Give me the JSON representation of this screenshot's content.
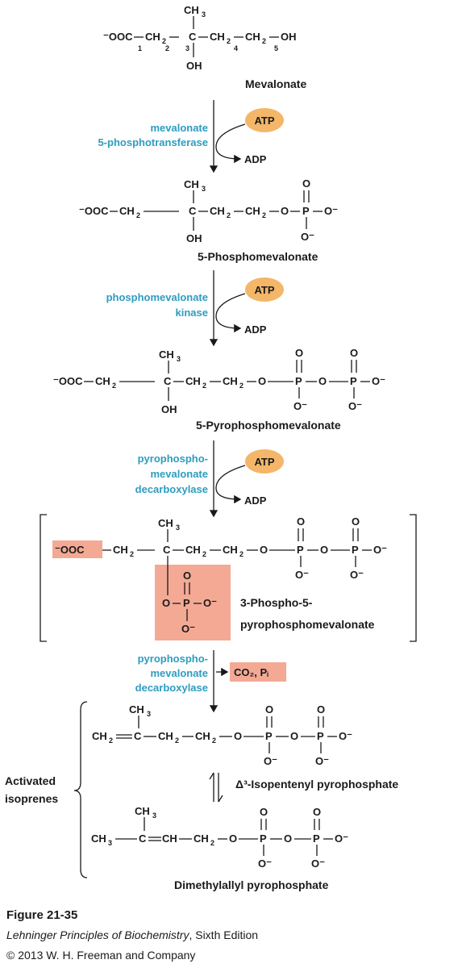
{
  "compounds": {
    "mevalonate": "Mevalonate",
    "phosphomevalonate": "5-Phosphomevalonate",
    "pyrophosphomevalonate": "5-Pyrophosphomevalonate",
    "phospho_pyrophospho_line1": "3-Phospho-5-",
    "phospho_pyrophospho_line2": "pyrophosphomevalonate",
    "isopentenyl": "Δ³-Isopentenyl pyrophosphate",
    "dimethylallyl": "Dimethylallyl pyrophosphate",
    "activated_line1": "Activated",
    "activated_line2": "isoprenes"
  },
  "enzymes": {
    "step1_line1": "mevalonate",
    "step1_line2": "5-phosphotransferase",
    "step2_line1": "phosphomevalonate",
    "step2_line2": "kinase",
    "step3_line1": "pyrophospho-",
    "step3_line2": "mevalonate",
    "step3_line3": "decarboxylase",
    "step4_line1": "pyrophospho-",
    "step4_line2": "mevalonate",
    "step4_line3": "decarboxylase"
  },
  "cofactors": {
    "atp": "ATP",
    "adp": "ADP",
    "co2_pi": "CO₂, Pᵢ"
  },
  "carbon_numbers": [
    "1",
    "2",
    "3",
    "4",
    "5"
  ],
  "figure": {
    "title": "Figure 21-35",
    "book_title": "Lehninger Principles of Biochemistry",
    "book_edition": ", Sixth Edition",
    "copyright": "© 2013 W. H. Freeman and Company"
  },
  "colors": {
    "enzyme": "#2e9cc0",
    "atp_fill": "#f4b669",
    "highlight": "#f4a995",
    "text": "#1a1a1a"
  }
}
